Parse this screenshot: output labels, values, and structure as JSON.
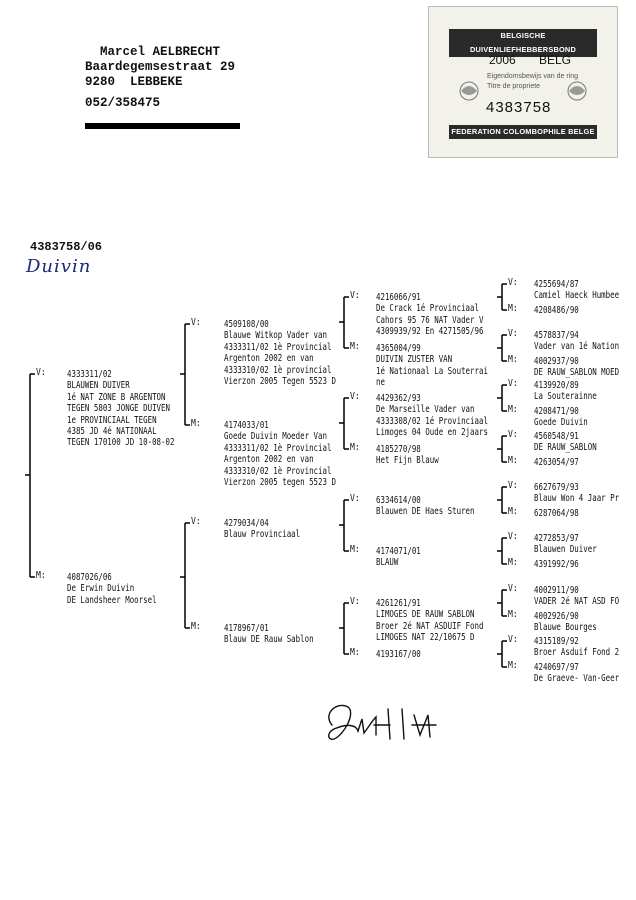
{
  "owner": {
    "name": "Marcel AELBRECHT",
    "street": "Baardegemsestraat 29",
    "city": "9280  LEBBEKE",
    "phone": "052/358475"
  },
  "stamp": {
    "top_band": "BELGISCHE DUIVENLIEFHEBBERSBOND",
    "year": "2006",
    "country": "BELG",
    "owner_line_1": "Eigendomsbewijs van de ring",
    "owner_line_2": "Titre de propriete",
    "ring_number": "4383758",
    "bottom_band": "FEDERATION COLOMBOPHILE BELGE"
  },
  "pigeon": {
    "ring": "4383758/06",
    "handwritten": "Duivin"
  },
  "labels": {
    "father": "V:",
    "mother": "M:"
  },
  "pedigree": {
    "subject_father": "4333311/02\nBLAUWEN DUIVER\n1é NAT ZONE B ARGENTON\nTEGEN 5803 JONGE DUIVEN\n1e PROVINCIAAL TEGEN\n4385 JD 4é NATIONAAL\nTEGEN 170100 JD 10-08-02",
    "subject_mother": "4087026/06\nDe Erwin Duivin\nDE Landsheer Moorsel",
    "gp_ff": "4509108/00\nBlauwe Witkop Vader van\n4333311/02 1è Provincial\nArgenton 2002 en van\n4333310/02 1è provincial\nVierzon 2005 Tegen 5523 D",
    "gp_fm": "4174033/01\nGoede Duivin Moeder Van\n4333311/02 1è Provincial\nArgenton 2002 en van\n4333310/02 1è Provincial\nVierzon 2005 tegen 5523 D",
    "gp_mf": "4279034/04\nBlauw Provinciaal",
    "gp_mm": "4178967/01\nBlauw DE Rauw Sablon",
    "ggp_fff": "4216066/91\nDe Crack 1é Provinciaal\nCahors 95 76 NAT Vader V\n4309939/92 En 4271505/96",
    "ggp_ffm": "4365004/99\nDUIVIN ZUSTER VAN\n1é Nationaal La Souterrai\nne",
    "ggp_fmf": "4429362/93\nDe Marseille Vader van\n4333308/02 1é Provinciaal\nLimoges 04 Oude en 2jaars",
    "ggp_fmm": "4185270/98\nHet Fijn Blauw",
    "ggp_mff": "6334614/00\nBlauwen DE Haes Sturen",
    "ggp_mfm": "4174071/01\nBLAUW",
    "ggp_mmf": "4261261/91\nLIMOGES DE RAUW SABLON\nBroer 2é NAT ASDUIF Fond\nLIMOGES NAT 22/10675 D",
    "ggp_mmm": "4193167/00",
    "g4_1": "4255694/87\nCamiel Haeck Humbee",
    "g4_2": "4208486/90",
    "g4_3": "4578837/94\nVader van 1é Nation",
    "g4_4": "4002937/90\nDE RAUW_SABLON MOED",
    "g4_5": "4139920/89\nLa Souterainne",
    "g4_6": "4208471/90\nGoede Duivin",
    "g4_7": "4560548/91\nDE RAUW_SABLON",
    "g4_8": "4263054/97",
    "g4_9": "6627679/93\nBlauw Won 4 Jaar Pr",
    "g4_10": "6287064/98",
    "g4_11": "4272853/97\nBlauwen Duiver",
    "g4_12": "4391992/96",
    "g4_13": "4002911/90\nVADER 2é NAT ASD FO",
    "g4_14": "4002926/90\nBlauwe Bourges",
    "g4_15": "4315189/92\nBroer Asduif Fond 2",
    "g4_16": "4240697/97\nDe Graeve- Van-Geer"
  }
}
